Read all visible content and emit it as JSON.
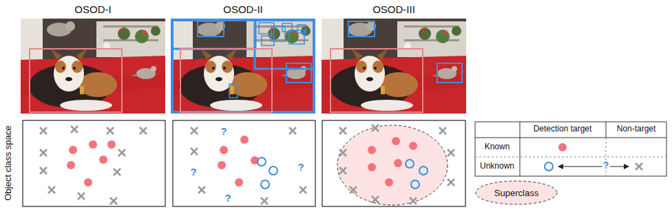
{
  "diagram": {
    "nodes": [
      {
        "text": [
          "Superclass"
        ]
      }
    ],
    "labels": [
      "OSOD-I",
      "OSOD-II",
      "OSOD-III",
      "Object class space",
      "?",
      "?",
      "?",
      "?",
      "Detection target",
      "Non-target",
      "Known",
      "Unknown",
      "?"
    ]
  }
}
